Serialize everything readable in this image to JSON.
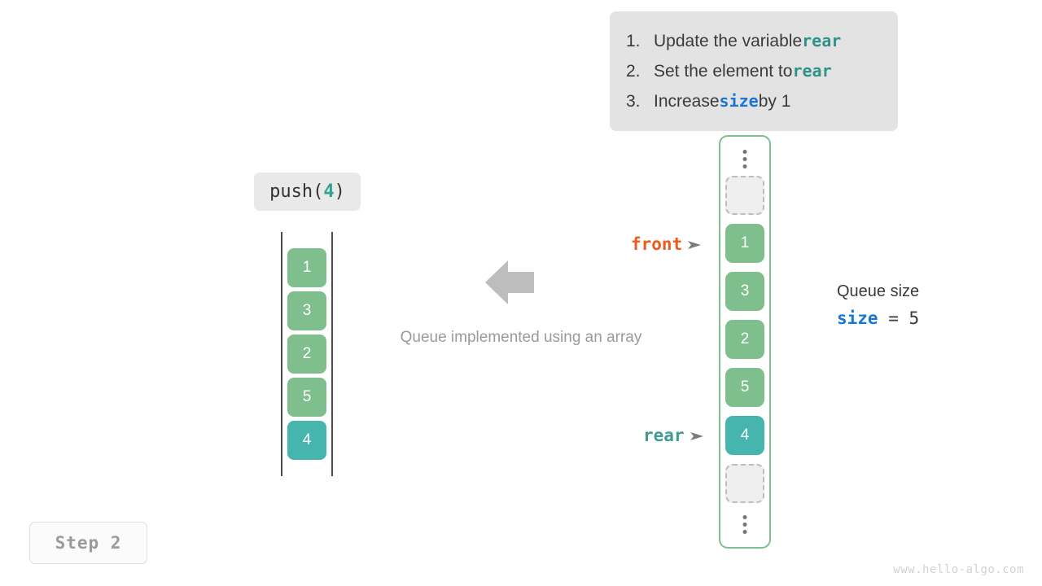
{
  "instructions": {
    "items": [
      {
        "num": "1.",
        "pre": "Update the variable ",
        "var": "rear",
        "var_color": "teal",
        "post": ""
      },
      {
        "num": "2.",
        "pre": "Set the element to ",
        "var": "rear",
        "var_color": "teal",
        "post": ""
      },
      {
        "num": "3.",
        "pre": "Increase ",
        "var": "size",
        "var_color": "blue",
        "post": " by 1"
      }
    ]
  },
  "operation": {
    "name": "push(",
    "arg": "4",
    "close": ")"
  },
  "left_array": {
    "cells": [
      {
        "value": "1",
        "style": "green"
      },
      {
        "value": "3",
        "style": "green"
      },
      {
        "value": "2",
        "style": "green"
      },
      {
        "value": "5",
        "style": "green"
      },
      {
        "value": "4",
        "style": "teal"
      }
    ]
  },
  "caption": "Queue implemented using an array",
  "circular_array": {
    "slots": [
      {
        "value": "",
        "style": "empty"
      },
      {
        "value": "1",
        "style": "green"
      },
      {
        "value": "3",
        "style": "green"
      },
      {
        "value": "2",
        "style": "green"
      },
      {
        "value": "5",
        "style": "green"
      },
      {
        "value": "4",
        "style": "teal"
      },
      {
        "value": "",
        "style": "empty"
      }
    ]
  },
  "pointers": {
    "front": "front",
    "rear": "rear"
  },
  "queue_size": {
    "title": "Queue size",
    "var": "size",
    "equals": " = ",
    "value": "5"
  },
  "step": "Step 2",
  "watermark": "www.hello-algo.com",
  "colors": {
    "green": "#7fbe8d",
    "teal": "#45b5ad",
    "front": "#eb5b1f",
    "rear": "#3f9a91",
    "size": "#1777d2",
    "panel_bg": "#e3e3e3",
    "arrow_gray": "#bdbdbd"
  }
}
